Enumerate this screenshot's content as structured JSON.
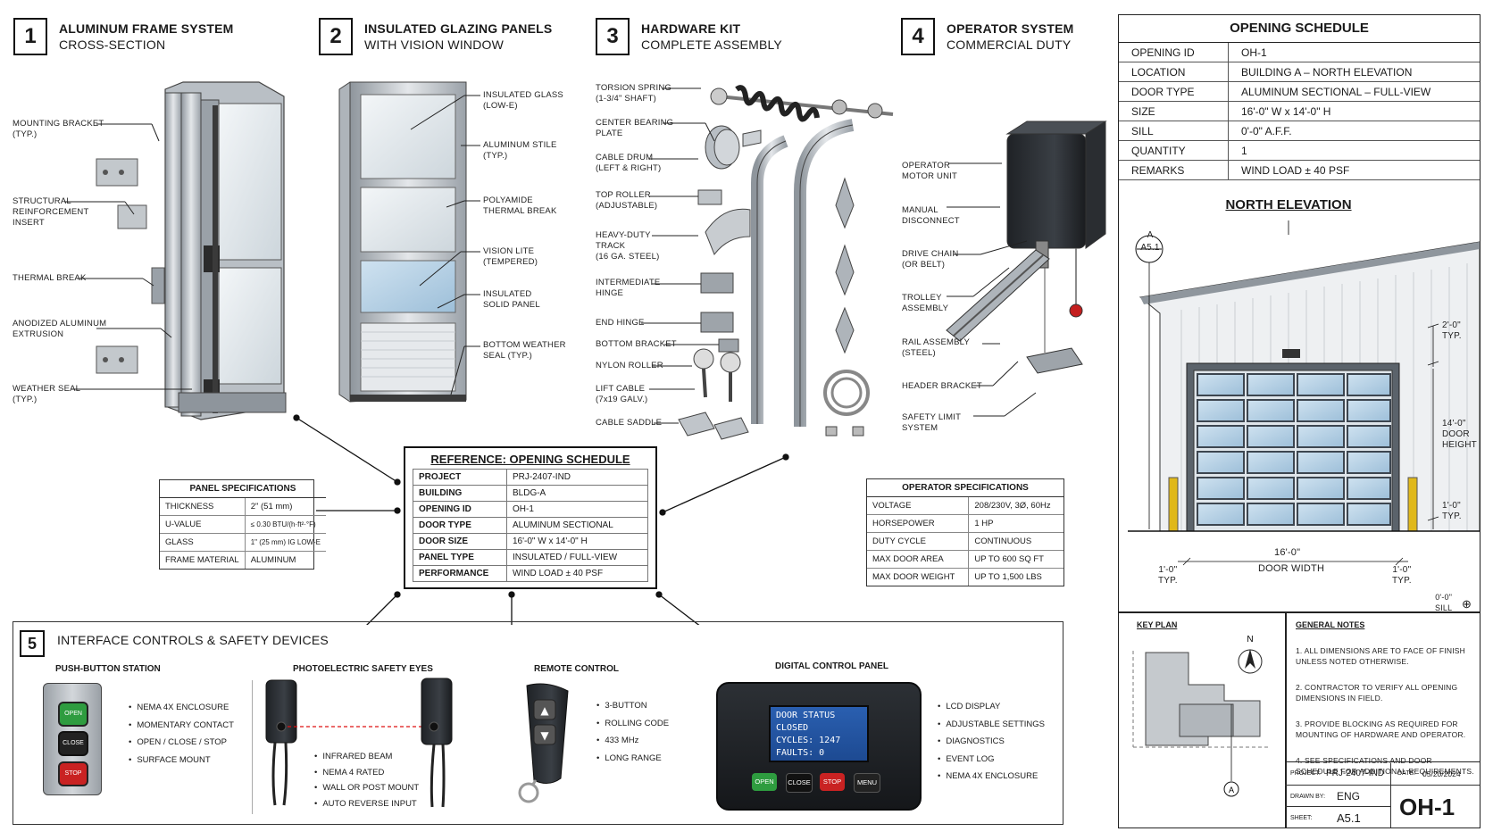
{
  "sections": [
    {
      "num": "1",
      "title": "ALUMINUM FRAME SYSTEM",
      "subtitle": "CROSS-SECTION"
    },
    {
      "num": "2",
      "title": "INSULATED GLAZING PANELS",
      "subtitle": "WITH VISION WINDOW"
    },
    {
      "num": "3",
      "title": "HARDWARE KIT",
      "subtitle": "COMPLETE ASSEMBLY"
    },
    {
      "num": "4",
      "title": "OPERATOR SYSTEM",
      "subtitle": "COMMERCIAL DUTY"
    },
    {
      "num": "5",
      "title": "INTERFACE CONTROLS & SAFETY DEVICES",
      "subtitle": ""
    }
  ],
  "frame_callouts": [
    "MOUNTING BRACKET\n(TYP.)",
    "STRUCTURAL\nREINFORCEMENT\nINSERT",
    "THERMAL BREAK",
    "ANODIZED ALUMINUM\nEXTRUSION",
    "WEATHER SEAL\n(TYP.)"
  ],
  "panel_callouts": [
    "INSULATED GLASS\n(LOW-E)",
    "ALUMINUM STILE\n(TYP.)",
    "POLYAMIDE\nTHERMAL BREAK",
    "VISION LITE\n(TEMPERED)",
    "INSULATED\nSOLID PANEL",
    "BOTTOM WEATHER\nSEAL (TYP.)"
  ],
  "hardware_callouts": [
    "TORSION SPRING\n(1-3/4\" SHAFT)",
    "CENTER BEARING\nPLATE",
    "CABLE DRUM\n(LEFT & RIGHT)",
    "TOP ROLLER\n(ADJUSTABLE)",
    "HEAVY-DUTY\nTRACK\n(16 GA. STEEL)",
    "INTERMEDIATE\nHINGE",
    "END HINGE",
    "BOTTOM BRACKET",
    "NYLON ROLLER",
    "LIFT CABLE\n(7x19 GALV.)",
    "CABLE SADDLE"
  ],
  "operator_callouts": [
    "OPERATOR\nMOTOR UNIT",
    "MANUAL\nDISCONNECT",
    "DRIVE CHAIN\n(OR BELT)",
    "TROLLEY\nASSEMBLY",
    "RAIL ASSEMBLY\n(STEEL)",
    "HEADER BRACKET",
    "SAFETY LIMIT\nSYSTEM"
  ],
  "panel_specs": {
    "title": "PANEL SPECIFICATIONS",
    "rows": [
      [
        "THICKNESS",
        "2\" (51 mm)"
      ],
      [
        "U-VALUE",
        "≤ 0.30 BTU/(h·ft²·°F)"
      ],
      [
        "GLASS",
        "1\" (25 mm) IG LOW-E"
      ],
      [
        "FRAME MATERIAL",
        "ALUMINUM"
      ]
    ]
  },
  "reference": {
    "title": "REFERENCE: OPENING SCHEDULE",
    "rows": [
      [
        "PROJECT",
        "PRJ-2407-IND"
      ],
      [
        "BUILDING",
        "BLDG-A"
      ],
      [
        "OPENING ID",
        "OH-1"
      ],
      [
        "DOOR TYPE",
        "ALUMINUM SECTIONAL"
      ],
      [
        "DOOR SIZE",
        "16'-0\" W x 14'-0\" H"
      ],
      [
        "PANEL TYPE",
        "INSULATED / FULL-VIEW"
      ],
      [
        "PERFORMANCE",
        "WIND LOAD ± 40 PSF"
      ]
    ]
  },
  "operator_specs": {
    "title": "OPERATOR SPECIFICATIONS",
    "rows": [
      [
        "VOLTAGE",
        "208/230V, 3Ø, 60Hz"
      ],
      [
        "HORSEPOWER",
        "1 HP"
      ],
      [
        "DUTY CYCLE",
        "CONTINUOUS"
      ],
      [
        "MAX DOOR AREA",
        "UP TO 600 SQ FT"
      ],
      [
        "MAX DOOR WEIGHT",
        "UP TO 1,500 LBS"
      ]
    ]
  },
  "controls": {
    "pushbutton": {
      "title": "PUSH-BUTTON STATION",
      "buttons": [
        "OPEN",
        "CLOSE",
        "STOP"
      ],
      "bullets": [
        "NEMA 4X ENCLOSURE",
        "MOMENTARY CONTACT",
        "OPEN / CLOSE / STOP",
        "SURFACE MOUNT"
      ]
    },
    "eyes": {
      "title": "PHOTOELECTRIC SAFETY EYES",
      "bullets": [
        "INFRARED BEAM",
        "NEMA 4 RATED",
        "WALL OR POST MOUNT",
        "AUTO REVERSE INPUT"
      ]
    },
    "remote": {
      "title": "REMOTE CONTROL",
      "bullets": [
        "3-BUTTON",
        "ROLLING CODE",
        "433 MHz",
        "LONG RANGE"
      ]
    },
    "panel": {
      "title": "DIGITAL CONTROL PANEL",
      "screen": [
        "DOOR STATUS",
        "CLOSED",
        "CYCLES: 1247",
        "FAULTS: 0"
      ],
      "buttons": [
        "OPEN",
        "CLOSE",
        "STOP",
        "MENU"
      ],
      "bullets": [
        "LCD DISPLAY",
        "ADJUSTABLE SETTINGS",
        "DIAGNOSTICS",
        "EVENT LOG",
        "NEMA 4X ENCLOSURE"
      ]
    }
  },
  "opening_schedule": {
    "title": "OPENING SCHEDULE",
    "rows": [
      [
        "OPENING ID",
        "OH-1"
      ],
      [
        "LOCATION",
        "BUILDING A – NORTH ELEVATION"
      ],
      [
        "DOOR TYPE",
        "ALUMINUM SECTIONAL – FULL-VIEW"
      ],
      [
        "SIZE",
        "16'-0\" W x 14'-0\" H"
      ],
      [
        "SILL",
        "0'-0\" A.F.F."
      ],
      [
        "QUANTITY",
        "1"
      ],
      [
        "REMARKS",
        "WIND LOAD ± 40 PSF"
      ]
    ]
  },
  "elevation": {
    "title": "NORTH ELEVATION",
    "section_marker": [
      "A",
      "A5.1"
    ],
    "dim_head": "2'-0\"\nTYP.",
    "dim_height": "14'-0\"\nDOOR\nHEIGHT",
    "dim_base": "1'-0\"\nTYP.",
    "dim_width_value": "16'-0\"",
    "dim_width_label": "DOOR WIDTH",
    "dim_left": "1'-0\"\nTYP.",
    "dim_right": "1'-0\"\nTYP.",
    "sill": "0'-0\"\nSILL"
  },
  "key_plan": {
    "title": "KEY PLAN",
    "north": "N",
    "marker": "A"
  },
  "general_notes": {
    "title": "GENERAL NOTES",
    "items": [
      "1.  ALL DIMENSIONS ARE TO FACE OF FINISH\n     UNLESS NOTED OTHERWISE.",
      "2.  CONTRACTOR TO VERIFY ALL OPENING\n     DIMENSIONS IN FIELD.",
      "3.  PROVIDE BLOCKING AS REQUIRED FOR\n     MOUNTING OF HARDWARE AND OPERATOR.",
      "4.  SEE SPECIFICATIONS AND DOOR\n     SCHEDULE FOR ADDITIONAL REQUIREMENTS."
    ]
  },
  "title_block": {
    "project_label": "PROJECT:",
    "project": "PRJ-2407-IND",
    "date_label": "DATE:",
    "date": "05/20/2024",
    "drawn_label": "DRAWN BY:",
    "drawn": "ENG",
    "sheet_label": "SHEET:",
    "sheet": "A5.1",
    "opening": "OH-1"
  }
}
